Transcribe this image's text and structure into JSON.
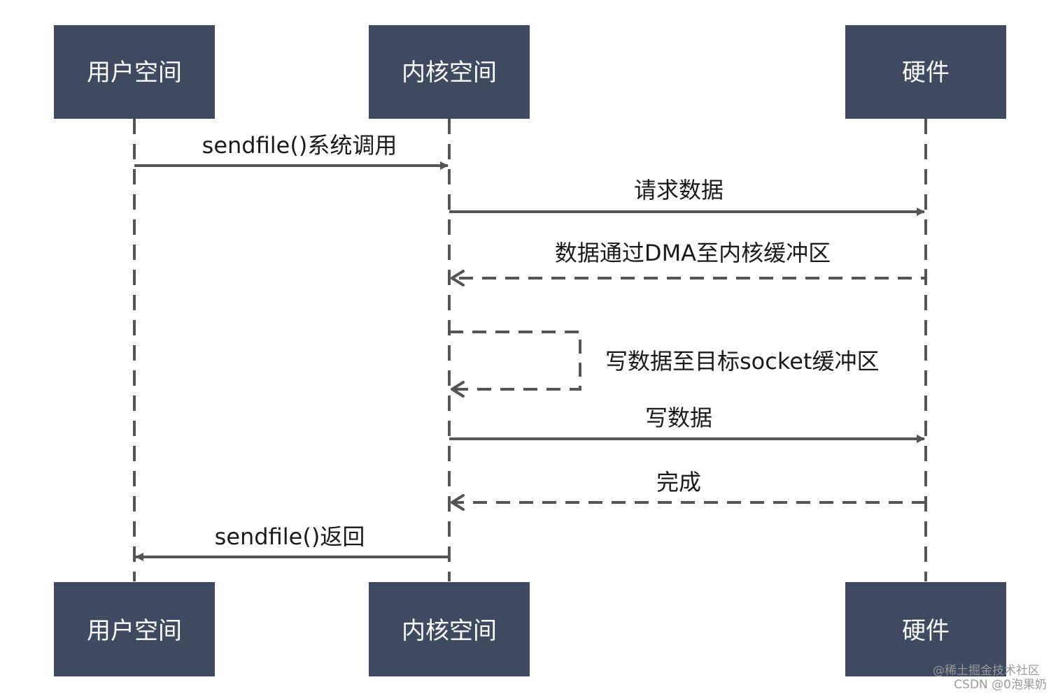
{
  "participants": {
    "user_space": "用户空间",
    "kernel_space": "内核空间",
    "hardware": "硬件"
  },
  "messages": {
    "sendfile_call": "sendfile()系统调用",
    "request_data": "请求数据",
    "dma_to_kernel": "数据通过DMA至内核缓冲区",
    "write_to_socket": "写数据至目标socket缓冲区",
    "write_data": "写数据",
    "done": "完成",
    "sendfile_return": "sendfile()返回"
  },
  "watermark": {
    "line1": "@稀土掘金技术社区",
    "line2": "CSDN @0泡果奶"
  },
  "colors": {
    "box": "#3d4a5f",
    "line": "#555555"
  }
}
